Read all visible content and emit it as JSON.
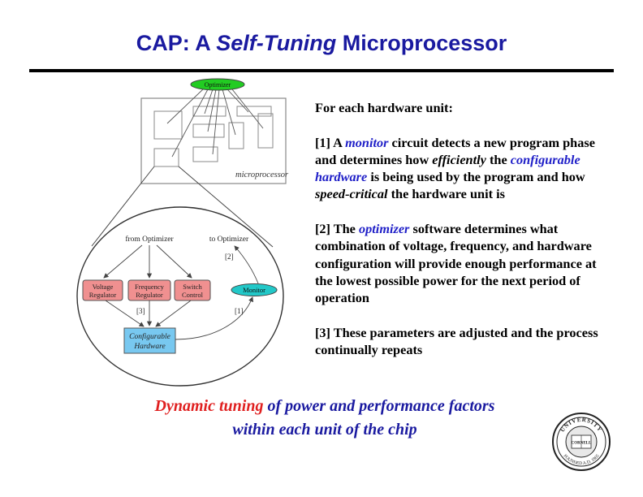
{
  "slide": {
    "title_prefix": "CAP: A ",
    "title_italic": "Self-Tuning",
    "title_suffix": " Microprocessor"
  },
  "diagram": {
    "optimizer_label": "Optimizer",
    "microprocessor_label": "microprocessor",
    "from_optimizer_label": "from Optimizer",
    "to_optimizer_label": "to Optimizer",
    "step2_label": "[2]",
    "step3_label": "[3]",
    "step1_label": "[1]",
    "voltage_regulator": [
      "Voltage",
      "Regulator"
    ],
    "frequency_regulator": [
      "Frequency",
      "Regulator"
    ],
    "switch_control": [
      "Switch",
      "Control"
    ],
    "monitor_label": "Monitor",
    "configurable_hardware": [
      "Configurable",
      "Hardware"
    ],
    "colors": {
      "optimizer_fill": "#22cc22",
      "monitor_fill": "#22c8c8",
      "regulator_fill": "#f09090",
      "hardware_fill": "#78c8f0"
    }
  },
  "text": {
    "intro": "For each hardware unit:",
    "p1": {
      "a": "[1] A ",
      "b": "monitor",
      "c": " circuit detects a new program phase and determines how ",
      "d": "efficiently",
      "e": " the ",
      "f": "configurable hardware",
      "g": " is being used by the program and how ",
      "h": "speed-critical",
      "i": " the hardware unit is"
    },
    "p2": {
      "a": "[2] The ",
      "b": "optimizer",
      "c": " software determines what combination of voltage, frequency, and hardware configuration will provide enough performance at the lowest possible power for the next period of operation"
    },
    "p3": "[3] These parameters are adjusted and the process continually repeats"
  },
  "tagline": {
    "red": "Dynamic tuning",
    "line1_rest": " of power and performance factors",
    "line2": "within each unit of the chip"
  },
  "seal": {
    "top_text": "UNIVERSITY",
    "center_text": "CORNELL",
    "bottom_text": "FOUNDED A.D. 1865"
  }
}
